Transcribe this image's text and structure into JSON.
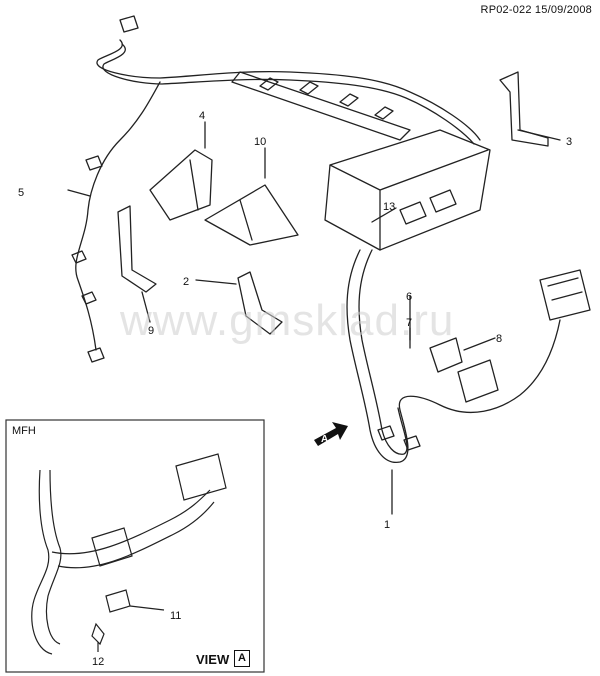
{
  "header": {
    "code": "RP02-022 15/09/2008"
  },
  "watermark": "www.gmsklad.ru",
  "callouts": {
    "c1": "1",
    "c2": "2",
    "c3": "3",
    "c4": "4",
    "c5": "5",
    "c6": "6",
    "c7": "7",
    "c8": "8",
    "c9": "9",
    "c10": "10",
    "c11": "11",
    "c12": "12",
    "c13": "13"
  },
  "view_arrow": "A",
  "inset": {
    "title": "MFH",
    "view_label": "VIEW",
    "view_letter": "A"
  }
}
